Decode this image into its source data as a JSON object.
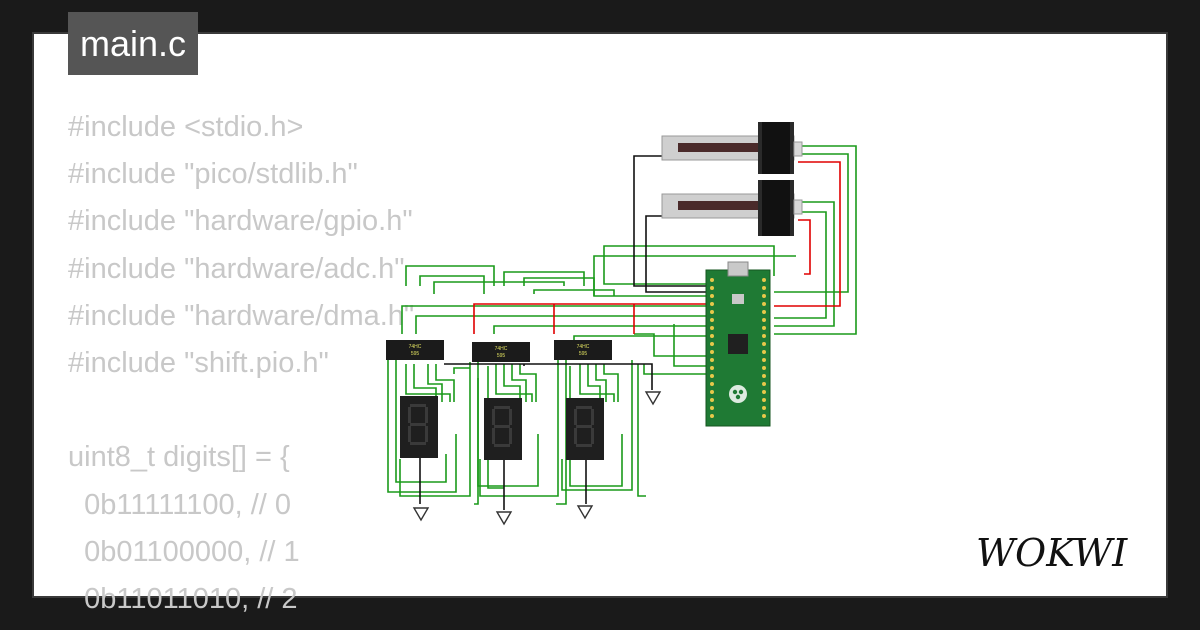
{
  "tab": {
    "filename": "main.c"
  },
  "code": {
    "lines": [
      "#include <stdio.h>",
      "#include \"pico/stdlib.h\"",
      "#include \"hardware/gpio.h\"",
      "#include \"hardware/adc.h\"",
      "#include \"hardware/dma.h\"",
      "#include \"shift.pio.h\"",
      "",
      "uint8_t digits[] = {",
      "  0b11111100, // 0",
      "  0b01100000, // 1",
      "  0b11011010, // 2"
    ]
  },
  "chips": [
    {
      "line1": "74HC",
      "line2": "595"
    },
    {
      "line1": "74HC",
      "line2": "595"
    },
    {
      "line1": "74HC",
      "line2": "595"
    }
  ],
  "board": {
    "name": "Raspberry Pi Pico"
  },
  "logo": {
    "text": "WOKWI"
  },
  "colors": {
    "wire_green": "#1a9a1a",
    "wire_red": "#e00000",
    "wire_black": "#111111",
    "pcb": "#1f7a34",
    "code_text": "#c8c8c8",
    "tab_bg": "#555555"
  }
}
